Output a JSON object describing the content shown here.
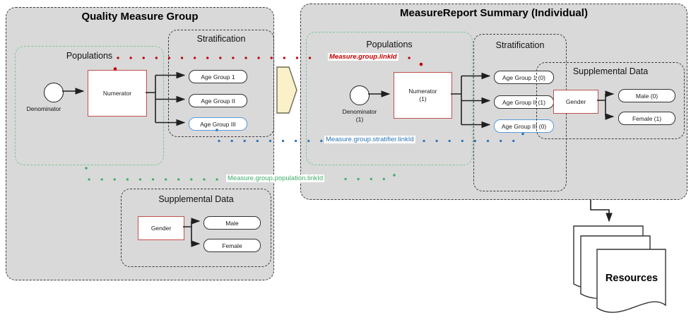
{
  "colors": {
    "panel_bg": "#d9d9d9",
    "panel_border": "#3c3c3c",
    "red_node": "#c0504d",
    "red_link": "#c00000",
    "blue_link": "#2e75b6",
    "blue_node": "#5b9bd5",
    "green_box": "#7cc795",
    "green_link": "#3fae6a",
    "arrow_fill": "#faf0c9",
    "arrow_border": "#6b6b52",
    "line": "#1f1f1f"
  },
  "left_panel": {
    "title": "Quality Measure Group",
    "populations": {
      "title": "Populations",
      "denominator": {
        "label": "Denominator"
      },
      "numerator": {
        "label": "Numerator"
      }
    },
    "stratification": {
      "title": "Stratification",
      "items": [
        {
          "label": "Age Group 1"
        },
        {
          "label": "Age Group II"
        },
        {
          "label": "Age Group III"
        }
      ]
    },
    "supplemental": {
      "title": "Supplemental Data",
      "gender": {
        "label": "Gender"
      },
      "items": [
        {
          "label": "Male"
        },
        {
          "label": "Female"
        }
      ]
    }
  },
  "right_panel": {
    "title": "MeasureReport Summary (Individual)",
    "populations": {
      "title": "Populations",
      "denominator": {
        "label": "Denominator",
        "count": "(1)"
      },
      "numerator": {
        "label": "Numerator",
        "count": "(1)"
      }
    },
    "stratification": {
      "title": "Stratification",
      "items": [
        {
          "label": "Age Group 1 (0)"
        },
        {
          "label": "Age Group II (1)"
        },
        {
          "label": "Age Group III (0)"
        }
      ]
    },
    "supplemental": {
      "title": "Supplemental Data",
      "gender": {
        "label": "Gender"
      },
      "items": [
        {
          "label": "Male (0)"
        },
        {
          "label": "Female (1)"
        }
      ]
    }
  },
  "links": {
    "group": "Measure.group.linkId",
    "stratifier": "Measure.group.stratifier.linkId",
    "population": "Measure.group.population.linkId"
  },
  "resources": {
    "label": "Resources"
  }
}
